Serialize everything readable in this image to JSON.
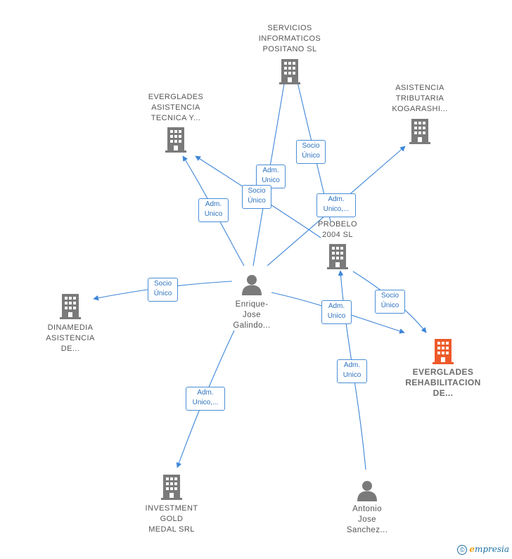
{
  "colors": {
    "edge": "#3d86d8",
    "building": "#7a7a7a",
    "building_highlight": "#ee5a2a",
    "person": "#7a7a7a"
  },
  "nodes": {
    "servicios": {
      "label": "SERVICIOS\nINFORMATICOS\nPOSITANO  SL",
      "icon": "building-icon"
    },
    "everglades_asist": {
      "label": "EVERGLADES\nASISTENCIA\nTECNICA Y...",
      "icon": "building-icon"
    },
    "asistencia_trib": {
      "label": "ASISTENCIA\nTRIBUTARIA\nKOGARASHI...",
      "icon": "building-icon"
    },
    "probelo": {
      "label": "PROBELO\n2004 SL",
      "icon": "building-icon"
    },
    "enrique": {
      "label": "Enrique-\nJose\nGalindo...",
      "icon": "person-icon"
    },
    "dinamedia": {
      "label": "DINAMEDIA\nASISTENCIA\nDE...",
      "icon": "building-icon"
    },
    "everglades_rehab": {
      "label": "EVERGLADES\nREHABILITACION\nDE...",
      "icon": "building-icon"
    },
    "investment": {
      "label": "INVESTMENT\nGOLD\nMEDAL SRL",
      "icon": "building-icon"
    },
    "antonio": {
      "label": "Antonio\nJose\nSanchez...",
      "icon": "person-icon"
    }
  },
  "edge_labels": {
    "e1": "Adm.\nUnico",
    "e2": "Socio\nÚnico",
    "e3": "Socio\nÚnico",
    "e4": "Adm.\nUnico",
    "e5": "Adm.\nUnico,...",
    "e6": "Socio\nÚnico",
    "e7": "Adm.\nUnico",
    "e8": "Socio\nÚnico",
    "e9": "Adm.\nUnico",
    "e10": "Adm.\nUnico,..."
  },
  "footer": {
    "copyright": "©",
    "brand_initial": "e",
    "brand_rest": "mpresia"
  }
}
